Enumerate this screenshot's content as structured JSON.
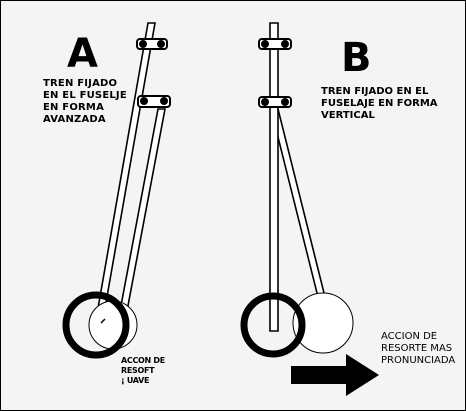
{
  "panel_a": {
    "letter": "A",
    "caption": "TREN FIJADO\nEN EL FUSELJE\nEN FORMA\nAVANZADA",
    "small_note": "ACCON DE\nRESOFT\n¡ UAVE"
  },
  "panel_b": {
    "letter": "B",
    "caption": "TREN FIJADO EN EL\nFUSELAJE EN FORMA\nVERTICAL",
    "action_caption": "ACCION DE\nRESORTE MAS\nPRONUNCIADA"
  },
  "colors": {
    "ink": "#000000",
    "background": "#f4f4f4"
  }
}
